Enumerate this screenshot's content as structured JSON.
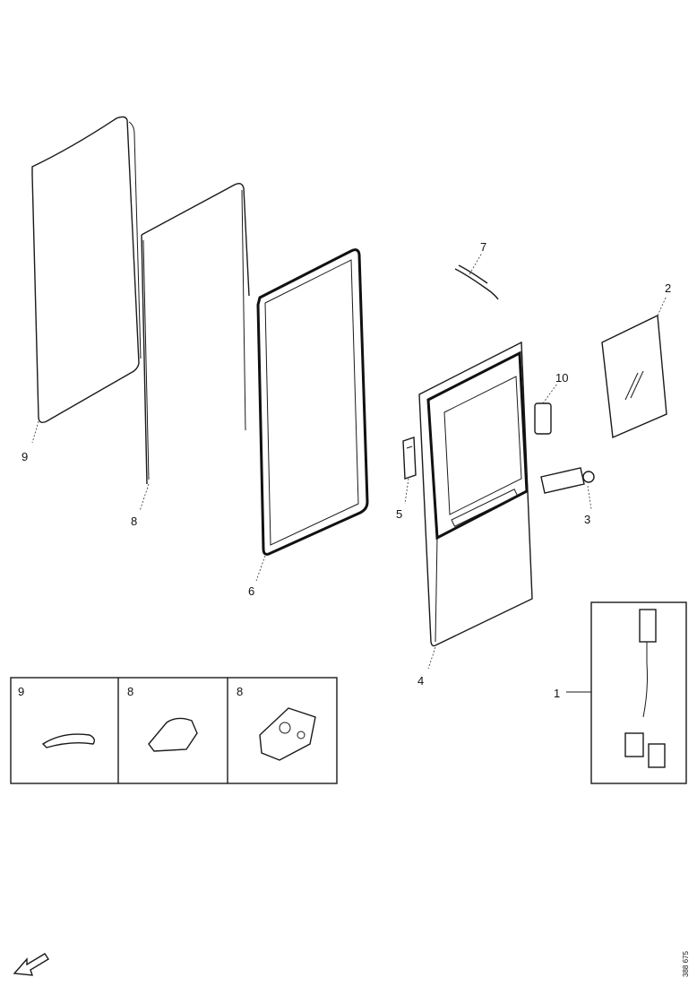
{
  "callouts": {
    "left_panel": "9",
    "middle_panel": "8",
    "framed_panel": "6",
    "hinge_rod": "7",
    "cover_plate": "2",
    "small_pad": "10",
    "left_bracket": "5",
    "right_hinge": "3",
    "door_assembly": "4",
    "wiring_kit": "1"
  },
  "detail_boxes": [
    {
      "label": "9"
    },
    {
      "label": "8"
    },
    {
      "label": "8"
    }
  ],
  "drawing_code": "388 675",
  "colors": {
    "line": "#1a1a1a",
    "background": "#ffffff"
  },
  "icons": [
    "direction-arrow-icon"
  ]
}
